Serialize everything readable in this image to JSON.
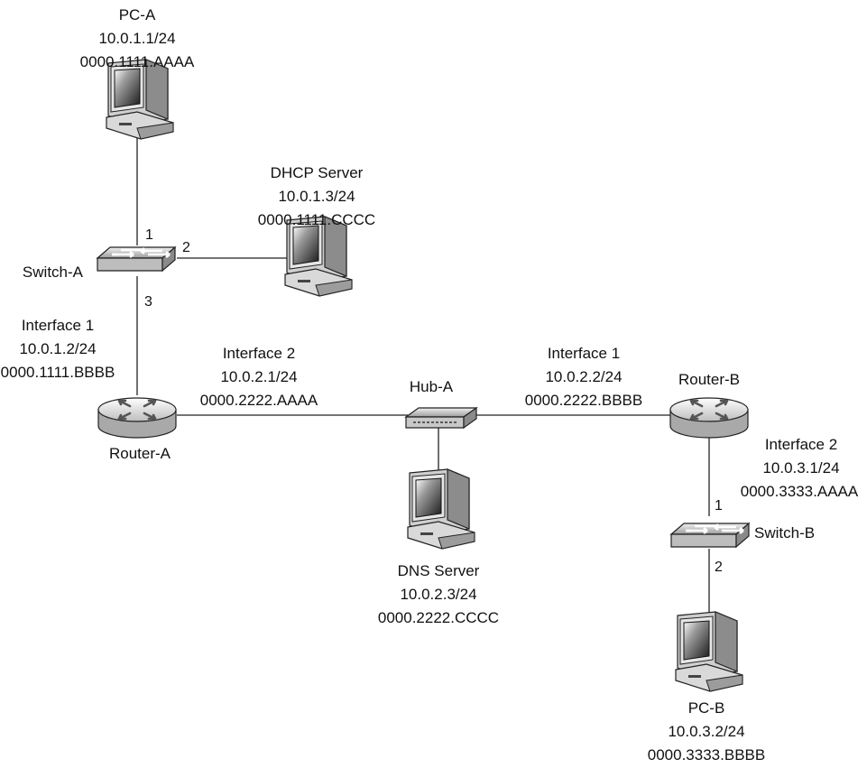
{
  "nodes": {
    "pc_a": {
      "name": "PC-A",
      "ip": "10.0.1.1/24",
      "mac": "0000.1111.AAAA"
    },
    "dhcp_server": {
      "name": "DHCP Server",
      "ip": "10.0.1.3/24",
      "mac": "0000.1111.CCCC"
    },
    "switch_a": {
      "name": "Switch-A"
    },
    "router_a": {
      "name": "Router-A",
      "if1": {
        "label": "Interface 1",
        "ip": "10.0.1.2/24",
        "mac": "0000.1111.BBBB"
      },
      "if2": {
        "label": "Interface 2",
        "ip": "10.0.2.1/24",
        "mac": "0000.2222.AAAA"
      }
    },
    "hub_a": {
      "name": "Hub-A"
    },
    "dns_server": {
      "name": "DNS Server",
      "ip": "10.0.2.3/24",
      "mac": "0000.2222.CCCC"
    },
    "router_b": {
      "name": "Router-B",
      "if1": {
        "label": "Interface 1",
        "ip": "10.0.2.2/24",
        "mac": "0000.2222.BBBB"
      },
      "if2": {
        "label": "Interface 2",
        "ip": "10.0.3.1/24",
        "mac": "0000.3333.AAAA"
      }
    },
    "switch_b": {
      "name": "Switch-B"
    },
    "pc_b": {
      "name": "PC-B",
      "ip": "10.0.3.2/24",
      "mac": "0000.3333.BBBB"
    }
  },
  "ports": {
    "switch_a": {
      "p1": "1",
      "p2": "2",
      "p3": "3"
    },
    "switch_b": {
      "p1": "1",
      "p2": "2"
    }
  },
  "icons": {
    "computer": "computer-icon",
    "switch": "switch-icon",
    "router": "router-icon",
    "hub": "hub-icon"
  }
}
